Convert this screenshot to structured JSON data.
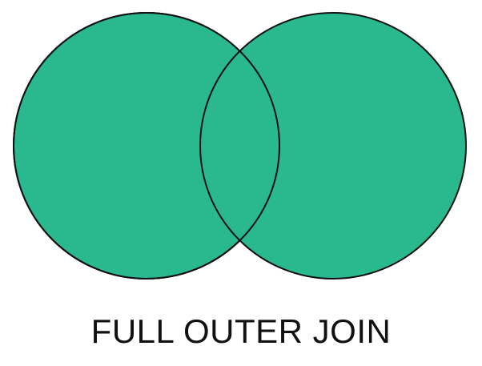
{
  "diagram": {
    "type": "venn",
    "join_type": "FULL OUTER JOIN",
    "fill_color": "#2ab88f",
    "stroke_color": "#111111",
    "regions_highlighted": [
      "left-only",
      "intersection",
      "right-only"
    ]
  },
  "caption": "FULL OUTER JOIN"
}
